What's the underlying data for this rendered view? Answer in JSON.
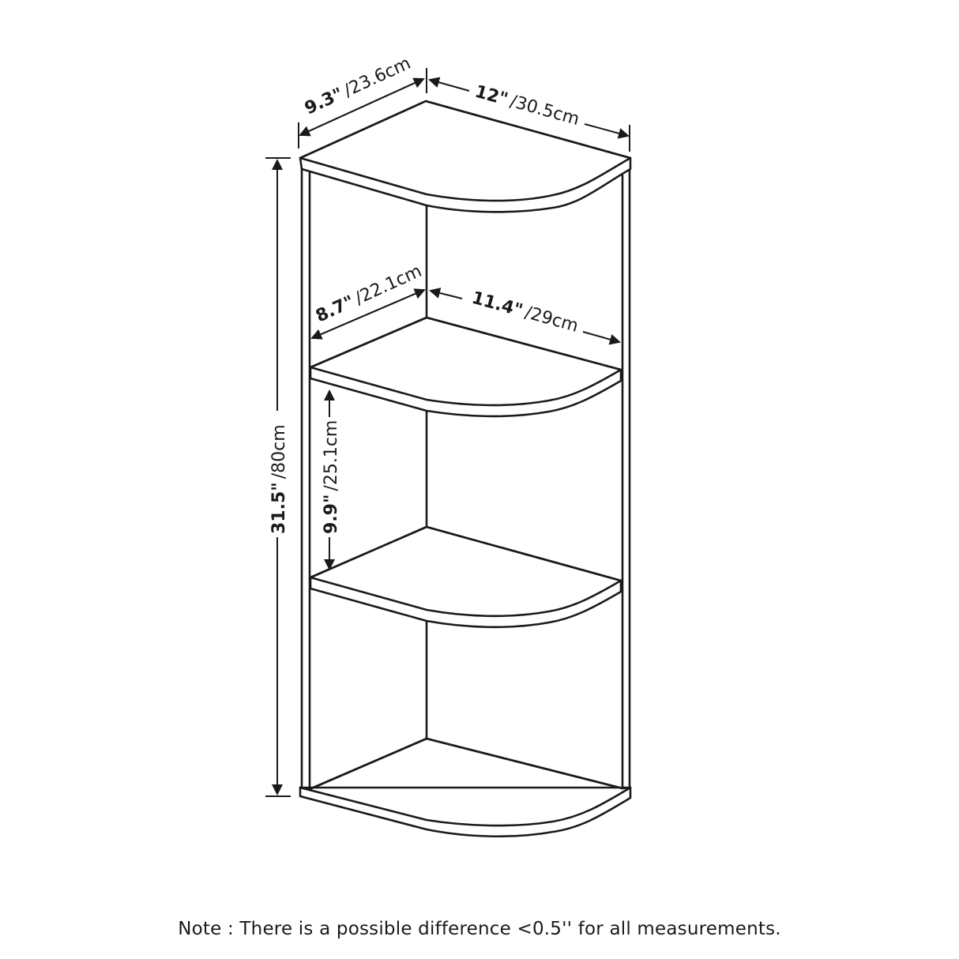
{
  "product": {
    "name": "3-tier corner shelf",
    "view": "isometric line drawing with dimensions"
  },
  "dimensions": {
    "top_depth": {
      "imperial": "9.3\"",
      "metric": "/23.6cm"
    },
    "top_width": {
      "imperial": "12\"",
      "metric": "/30.5cm"
    },
    "shelf_depth": {
      "imperial": "8.7\"",
      "metric": "/22.1cm"
    },
    "shelf_width": {
      "imperial": "11.4\"",
      "metric": "/29cm"
    },
    "total_height": {
      "imperial": "31.5\"",
      "metric": "/80cm"
    },
    "shelf_spacing": {
      "imperial": "9.9\"",
      "metric": "/25.1cm"
    }
  },
  "note": "Note : There is a possible difference <0.5'' for all measurements.",
  "colors": {
    "line": "#1a1a1a",
    "background": "#ffffff"
  }
}
